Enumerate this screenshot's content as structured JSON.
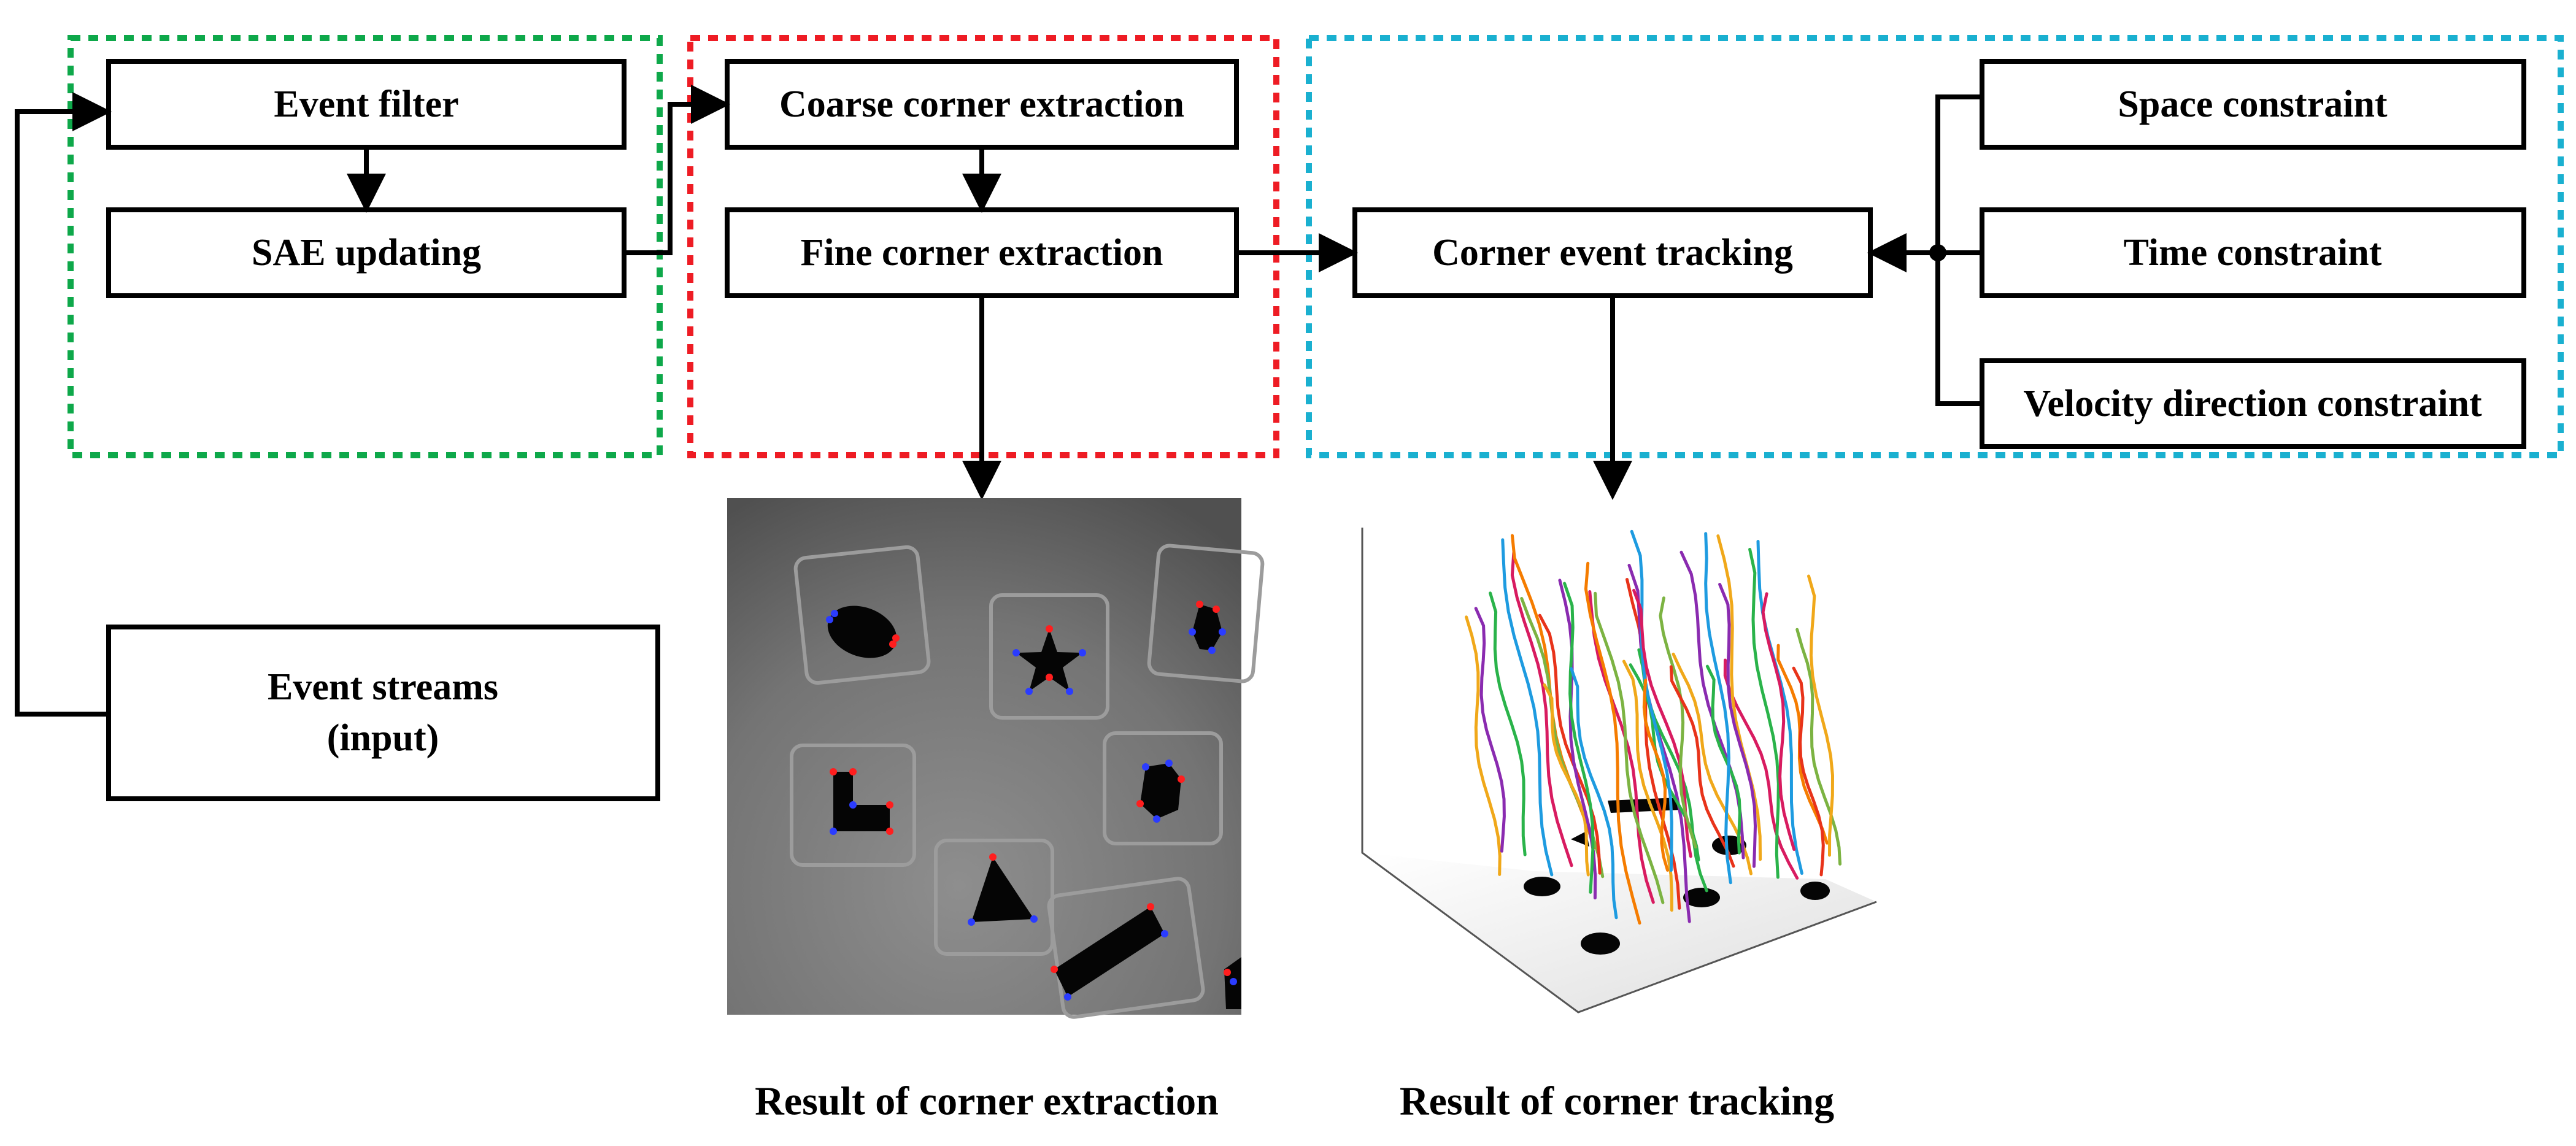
{
  "colors": {
    "filter_group": "#0ea84a",
    "extraction_group": "#ee1c24",
    "tracking_group": "#1ab0d0",
    "corner_red": "#ff1e1e",
    "corner_blue": "#2b3cff",
    "track_colors": [
      "#e8331a",
      "#f0a81a",
      "#8a2bb0",
      "#2ab34a",
      "#1e9be0",
      "#d81b60",
      "#f57c00",
      "#7cb342"
    ]
  },
  "boxes": {
    "event_filter": "Event filter",
    "sae_updating": "SAE updating",
    "coarse_corner": "Coarse corner extraction",
    "fine_corner": "Fine corner extraction",
    "corner_tracking": "Corner event tracking",
    "space_constraint": "Space constraint",
    "time_constraint": "Time  constraint",
    "velocity_constraint": "Velocity direction constraint",
    "event_streams_line1": "Event streams",
    "event_streams_line2": "(input)"
  },
  "captions": {
    "extraction_result": "Result of corner extraction",
    "tracking_result": "Result of corner tracking"
  }
}
